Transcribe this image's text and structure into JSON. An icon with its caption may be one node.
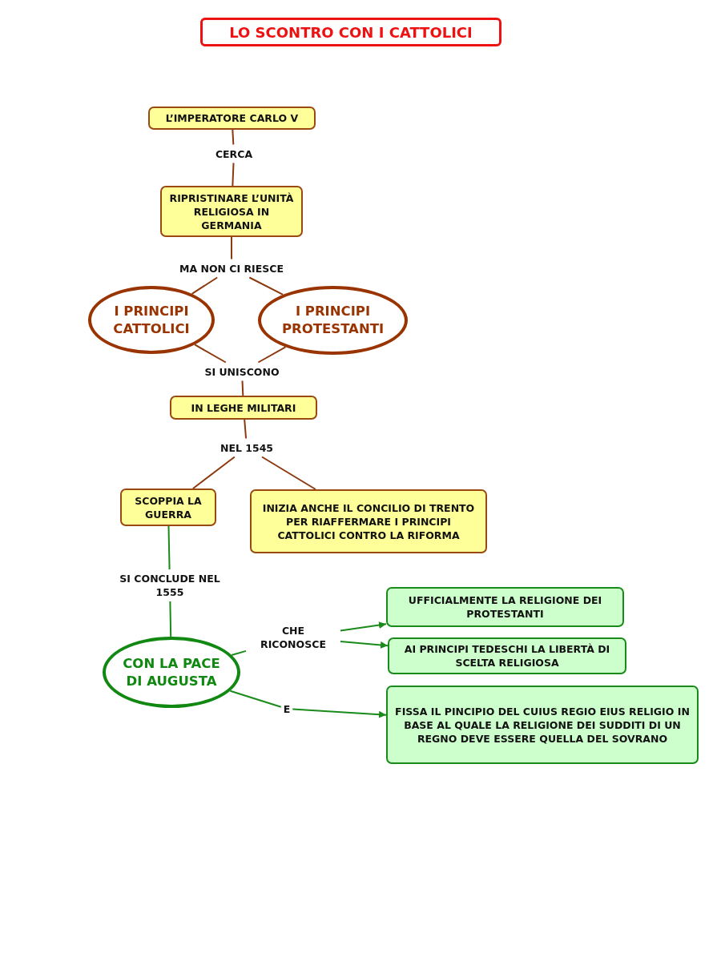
{
  "diagram": {
    "title": "LO SCONTRO CON I CATTOLICI",
    "nodes": [
      {
        "text": [
          "L’IMPERATORE CARLO V"
        ]
      },
      {
        "text": [
          "CERCA"
        ]
      },
      {
        "text": [
          "RIPRISTINARE L’UNITÀ RELIGIOSA IN GERMANIA"
        ]
      },
      {
        "text": [
          "MA NON CI RIESCE"
        ]
      },
      {
        "text": [
          "I PRINCIPI CATTOLICI"
        ]
      },
      {
        "text": [
          "I PRINCIPI PROTESTANTI"
        ]
      },
      {
        "text": [
          "SI UNISCONO"
        ]
      },
      {
        "text": [
          "IN LEGHE MILITARI"
        ]
      },
      {
        "text": [
          "NEL 1545"
        ]
      },
      {
        "text": [
          "SCOPPIA LA GUERRA"
        ]
      },
      {
        "text": [
          "INIZIA ANCHE IL CONCILIO DI TRENTO PER RIAFFERMARE I PRINCIPI CATTOLICI CONTRO LA RIFORMA"
        ]
      },
      {
        "text": [
          "SI CONCLUDE NEL 1555"
        ]
      },
      {
        "text": [
          "CON LA PACE DI AUGUSTA"
        ]
      },
      {
        "text": [
          "CHE RICONOSCE"
        ]
      },
      {
        "text": [
          "UFFICIALMENTE LA RELIGIONE DEI PROTESTANTI"
        ]
      },
      {
        "text": [
          "AI PRINCIPI TEDESCHI LA LIBERTÀ DI SCELTA RELIGIOSA"
        ]
      },
      {
        "text": [
          "E"
        ]
      },
      {
        "text": [
          "FISSA IL PINCIPIO DEL CUIUS REGIO EIUS RELIGIO IN BASE AL QUALE LA RELIGIONE DEI SUDDITI DI UN REGNO DEVE ESSERE QUELLA DEL SOVRANO"
        ]
      }
    ],
    "edges": [
      {
        "from": 0,
        "to": 1,
        "arrow": "none"
      },
      {
        "from": 1,
        "to": 2,
        "arrow": "none"
      },
      {
        "from": 2,
        "to": 3,
        "arrow": "none"
      },
      {
        "from": 3,
        "to": 4,
        "arrow": "none"
      },
      {
        "from": 3,
        "to": 5,
        "arrow": "none"
      },
      {
        "from": 4,
        "to": 6,
        "arrow": "none"
      },
      {
        "from": 5,
        "to": 6,
        "arrow": "none"
      },
      {
        "from": 6,
        "to": 7,
        "arrow": "none"
      },
      {
        "from": 7,
        "to": 8,
        "arrow": "none"
      },
      {
        "from": 8,
        "to": 9,
        "arrow": "none"
      },
      {
        "from": 8,
        "to": 10,
        "arrow": "none"
      },
      {
        "from": 9,
        "to": 11,
        "arrow": "none",
        "color": "#1a8a1a"
      },
      {
        "from": 11,
        "to": 12,
        "arrow": "none",
        "color": "#1a8a1a"
      },
      {
        "from": 12,
        "to": 13,
        "arrow": "none",
        "color": "#1a8a1a"
      },
      {
        "from": 13,
        "to": 14,
        "arrow": "to",
        "color": "#1a8a1a"
      },
      {
        "from": 13,
        "to": 15,
        "arrow": "to",
        "color": "#1a8a1a"
      },
      {
        "from": 12,
        "to": 16,
        "arrow": "none",
        "color": "#1a8a1a"
      },
      {
        "from": 16,
        "to": 17,
        "arrow": "to",
        "color": "#1a8a1a"
      }
    ]
  }
}
